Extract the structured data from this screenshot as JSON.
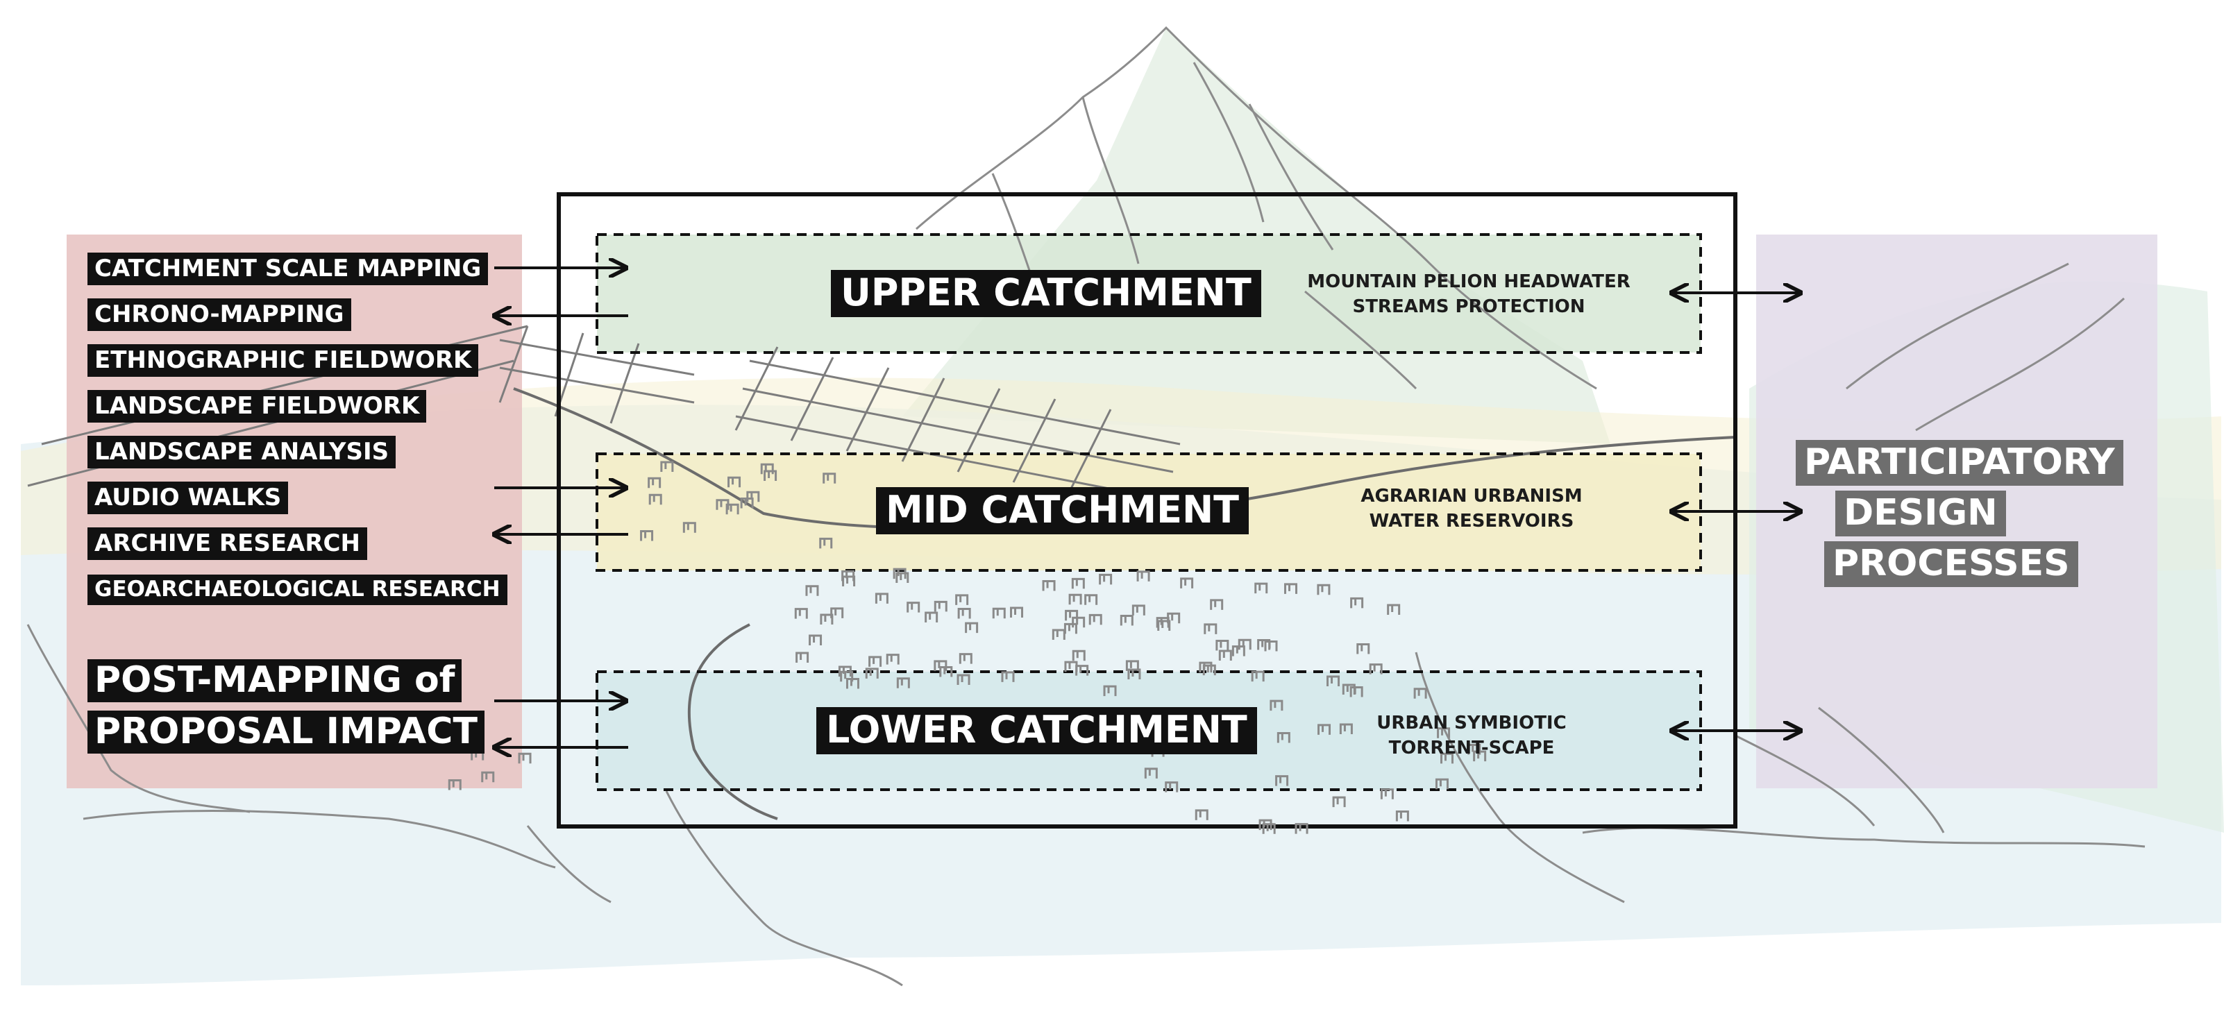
{
  "methods": [
    "CATCHMENT SCALE MAPPING",
    "CHRONO-MAPPING",
    "ETHNOGRAPHIC FIELDWORK",
    "LANDSCAPE FIELDWORK",
    "LANDSCAPE ANALYSIS",
    "AUDIO WALKS",
    "ARCHIVE RESEARCH",
    "GEOARCHAEOLOGICAL RESEARCH"
  ],
  "post_mapping": {
    "line1": "POST-MAPPING of",
    "line2": "PROPOSAL IMPACT"
  },
  "zones": [
    {
      "title": "UPPER CATCHMENT",
      "desc1": "MOUNTAIN PELION HEADWATER",
      "desc2": "STREAMS PROTECTION",
      "color": "#d7e8d6"
    },
    {
      "title": "MID CATCHMENT",
      "desc1": "AGRARIAN URBANISM",
      "desc2": "WATER RESERVOIRS",
      "color": "#f3edc8"
    },
    {
      "title": "LOWER CATCHMENT",
      "desc1": "URBAN SYMBIOTIC",
      "desc2": "TORRENT-SCAPE",
      "color": "#d3e8ea"
    }
  ],
  "participatory": [
    "PARTICIPATORY",
    "DESIGN",
    "PROCESSES"
  ],
  "colors": {
    "methods_panel": "#e8c4c3",
    "participatory_panel": "#e3ddea",
    "label_bg": "#111111",
    "participatory_label_bg": "#6e6e6e"
  }
}
